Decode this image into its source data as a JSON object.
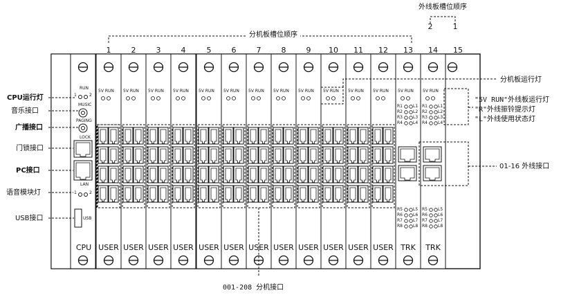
{
  "header": {
    "outer_order_title": "外线板槽位顺序",
    "outer_order_nums": [
      "2",
      "1"
    ],
    "ext_order_title": "分机板槽位顺序"
  },
  "slot_numbers": [
    "1",
    "2",
    "3",
    "4",
    "5",
    "6",
    "7",
    "8",
    "9",
    "10",
    "11",
    "12",
    "13",
    "14",
    "15"
  ],
  "left_labels": {
    "cpu_run_light": "CPU运行灯",
    "music_port": "音乐接口",
    "paging_port": "广播接口",
    "lock_port": "门锁接口",
    "pc_port": "PC接口",
    "voice_module_light": "语音模块灯",
    "usb_port": "USB接口"
  },
  "cpu_card": {
    "run": "RUN",
    "run_nums": [
      "1",
      "2"
    ],
    "music": "MUSIC",
    "paging": "PAGING",
    "lock": "LOCK",
    "lan": "LAN",
    "voice_nums": [
      "1",
      "2"
    ],
    "usb": "USB",
    "name": "CPU"
  },
  "user_card": {
    "led_label": "5V RUN",
    "name": "USER"
  },
  "trk_card": {
    "led_label": "5V RUN",
    "name": "TRK",
    "top_rows": [
      "R1",
      "R2",
      "R3",
      "R4"
    ],
    "top_lines": [
      "L1",
      "L2",
      "L3",
      "L4"
    ],
    "bottom_rows": [
      "R5",
      "R6",
      "R7",
      "R8"
    ],
    "bottom_lines": [
      "L5",
      "L6",
      "L7",
      "L8"
    ]
  },
  "right_labels": {
    "ext_run_light": "分机板运行灯",
    "trk_light_1": "\"5V RUN\"外线板运行灯",
    "trk_light_2": "\"R\"外线振铃提示灯",
    "trk_light_3": "\"L\"外线使用状态灯",
    "trunk_ports": "01-16 外线接口"
  },
  "bottom_label": "001-208 分机接口"
}
